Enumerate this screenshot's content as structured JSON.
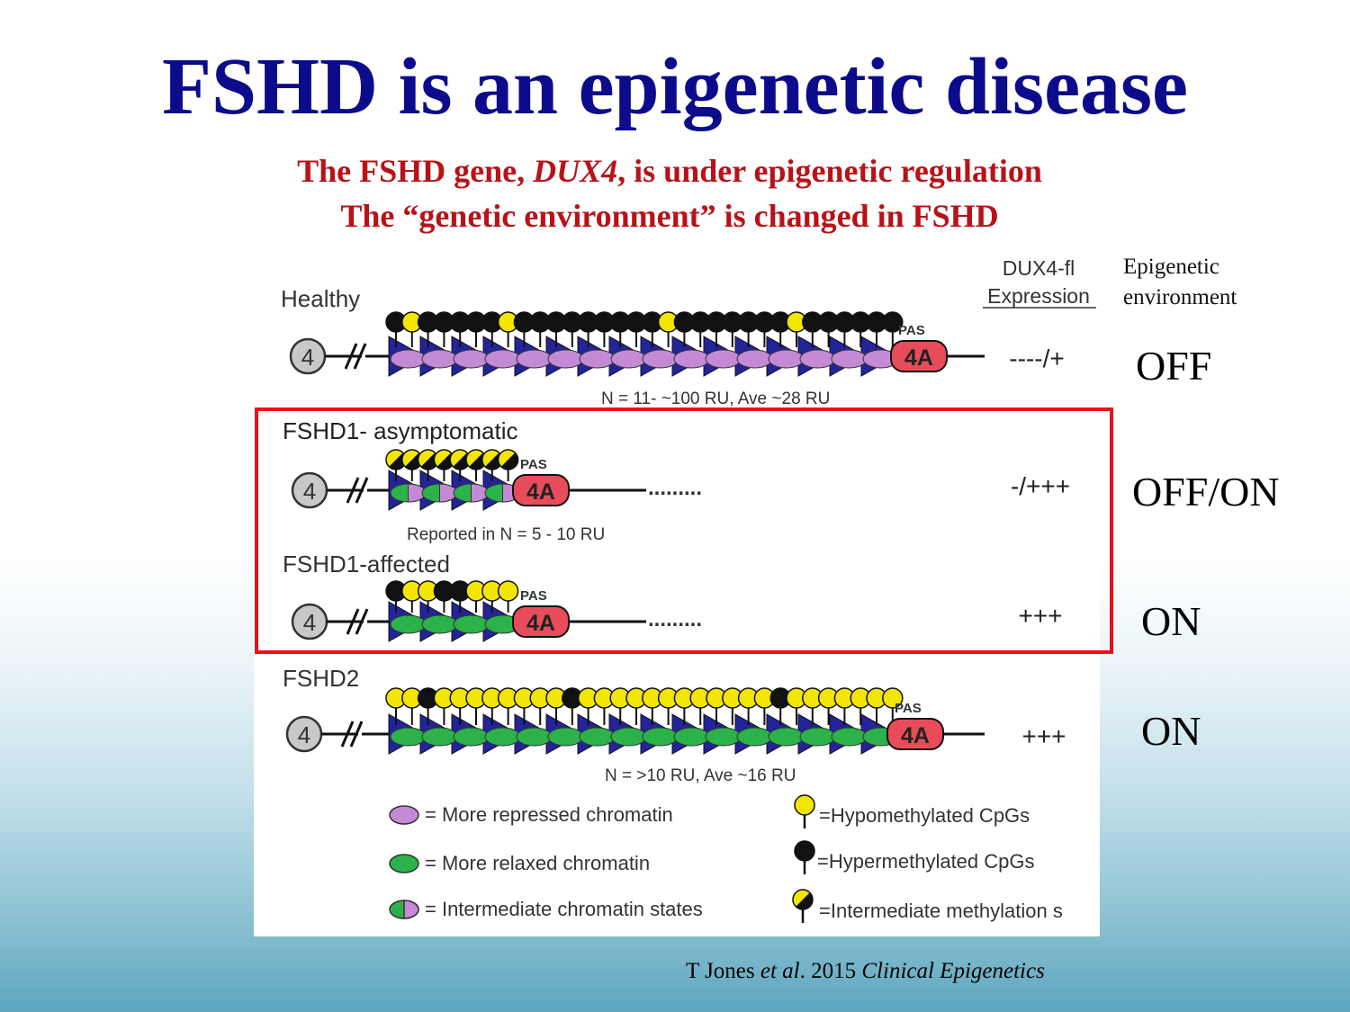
{
  "title": "FSHD is an epigenetic disease",
  "subtitle1": {
    "pre": "The FSHD gene, ",
    "gene": "DUX4",
    "post": ", is under epigenetic regulation"
  },
  "subtitle2": "The “genetic environment” is changed in FSHD",
  "diagram": {
    "col_head_1": "DUX4-fl",
    "col_head_2": "Expression",
    "rows": [
      {
        "label": "Healthy",
        "expression": "----/+",
        "note": "N = 11- ~100 RU, Ave ~28 RU"
      },
      {
        "label": "FSHD1- asymptomatic",
        "expression": "-/+++",
        "note": "Reported in N = 5 - 10 RU"
      },
      {
        "label": "FSHD1-affected",
        "expression": "+++",
        "note": ""
      },
      {
        "label": "FSHD2",
        "expression": "+++",
        "note": "N = >10 RU, Ave ~16 RU"
      }
    ],
    "chromosome": "4",
    "allele": "4A",
    "pas": "PAS",
    "dots": ".........",
    "legend": {
      "repressed": "= More repressed chromatin",
      "relaxed": "= More relaxed chromatin",
      "intermediate": "= Intermediate chromatin states",
      "hypo": "=Hypomethylated CpGs",
      "hyper": "=Hypermethylated CpGs",
      "intmeth": "=Intermediate methylation s"
    },
    "colors": {
      "purple": "#c58ad6",
      "green": "#2bb24a",
      "yellow": "#f2e600",
      "black": "#111111",
      "blue": "#23239a",
      "allele": "#e84c5a",
      "highlight": "#e8121a"
    }
  },
  "epigenetic_header": [
    "Epigenetic",
    "environment"
  ],
  "environment_states": [
    "OFF",
    "OFF/ON",
    "ON",
    "ON"
  ],
  "citation": {
    "author": "T Jones ",
    "etal": "et al",
    "year": ". 2015 ",
    "journal": "Clinical Epigenetics"
  }
}
